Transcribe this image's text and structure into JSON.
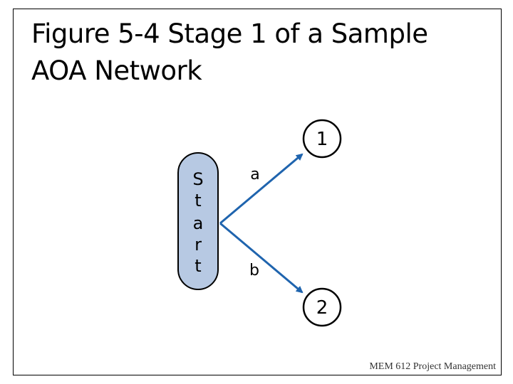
{
  "slide": {
    "title_line1": "Figure 5-4 Stage 1 of a Sample",
    "title_line2": "AOA Network",
    "footer": "MEM 612 Project Management"
  },
  "diagram": {
    "start_letters": [
      "S",
      "t",
      "a",
      "r",
      "t"
    ],
    "nodes": [
      {
        "id": "node-1",
        "label": "1"
      },
      {
        "id": "node-2",
        "label": "2"
      }
    ],
    "arrows": [
      {
        "from": "start",
        "to": "node-1",
        "label": "a"
      },
      {
        "from": "start",
        "to": "node-2",
        "label": "b"
      }
    ],
    "colors": {
      "start_fill": "#b7c9e3",
      "arrow": "#1f64ae",
      "outline": "#000000"
    }
  }
}
